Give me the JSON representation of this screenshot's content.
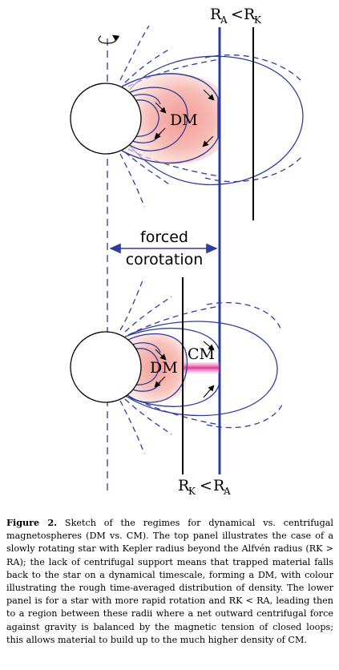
{
  "labels": {
    "ra_top": "R",
    "ra_top_sub": "A",
    "lt_top": "<",
    "rk_top": "R",
    "rk_top_sub": "K",
    "dm_top": "DM",
    "forced": "forced",
    "corotation": "corotation",
    "dm_bottom": "DM",
    "cm_bottom": "CM",
    "rk_bottom": "R",
    "rk_bottom_sub": "K",
    "lt_bottom": "<",
    "ra_bottom": "R",
    "ra_bottom_sub": "A"
  },
  "colors": {
    "field_line": "#2f3d9c",
    "radius_line": "#2b3c9a",
    "kepler_line": "#000000",
    "dm_fill": "#f2a0a0",
    "cm_fill": "#e0409a"
  },
  "caption": {
    "figure_label": "Figure 2.",
    "text": "Sketch of the regimes for dynamical vs. centrifugal magnetospheres (DM vs. CM). The top panel illustrates the case of a slowly rotating star with Kepler radius beyond the Alfvén radius (RK > RA); the lack of centrifugal support means that trapped material falls back to the star on a dynamical timescale, forming a DM, with colour illustrating the rough time-averaged distribution of density. The lower panel is for a star with more rapid rotation and RK < RA, leading then to a region between these radii where a net outward centrifugal force against gravity is balanced by the magnetic tension of closed loops; this allows material to build up to the much higher density of CM."
  }
}
